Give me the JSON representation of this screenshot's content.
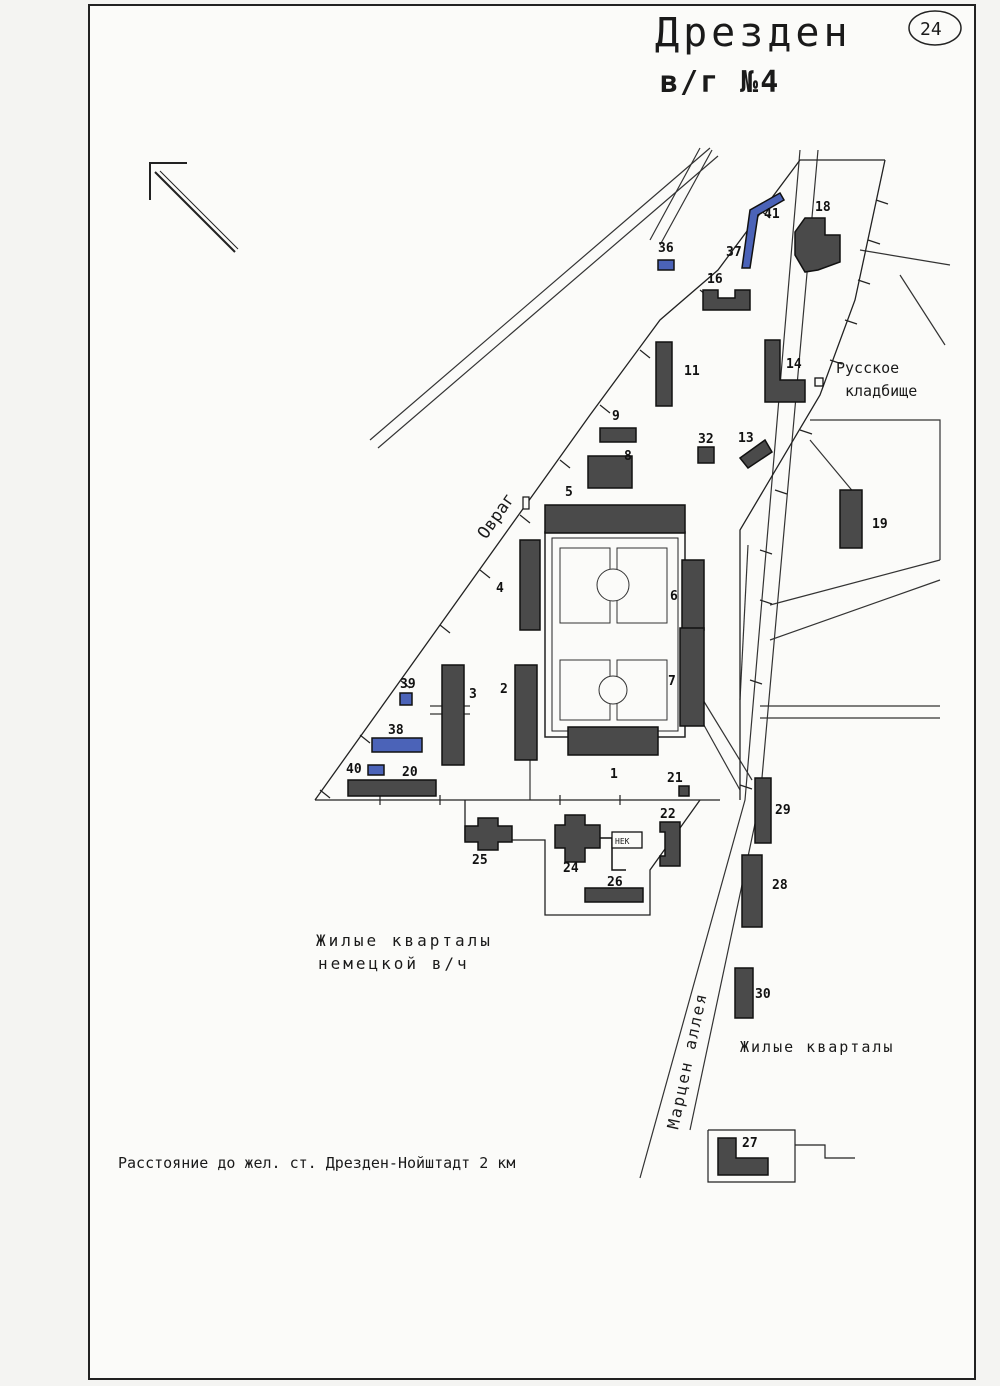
{
  "title": "Дрезден",
  "subtitle": "в/г №4",
  "page_mark": "24",
  "labels": {
    "cemetery_line1": "Русское",
    "cemetery_line2": "кладбище",
    "ravine": "Овраг",
    "german_quarters_line1": "Жилые кварталы",
    "german_quarters_line2": "немецкой в/ч",
    "residential": "Жилые кварталы",
    "street": "Марцен аллея",
    "distance_note": "Расстояние до жел. ст. Дрезден-Нойштадт 2 км",
    "nek": "НЕК"
  },
  "buildings": [
    {
      "id": "1",
      "label": "1"
    },
    {
      "id": "2",
      "label": "2"
    },
    {
      "id": "3",
      "label": "3"
    },
    {
      "id": "4",
      "label": "4"
    },
    {
      "id": "5",
      "label": "5"
    },
    {
      "id": "6",
      "label": "6"
    },
    {
      "id": "7",
      "label": "7"
    },
    {
      "id": "8",
      "label": "8"
    },
    {
      "id": "9",
      "label": "9"
    },
    {
      "id": "11",
      "label": "11"
    },
    {
      "id": "13",
      "label": "13"
    },
    {
      "id": "14",
      "label": "14"
    },
    {
      "id": "16",
      "label": "16"
    },
    {
      "id": "18",
      "label": "18"
    },
    {
      "id": "19",
      "label": "19"
    },
    {
      "id": "20",
      "label": "20"
    },
    {
      "id": "21",
      "label": "21"
    },
    {
      "id": "22",
      "label": "22"
    },
    {
      "id": "24",
      "label": "24"
    },
    {
      "id": "25",
      "label": "25"
    },
    {
      "id": "26",
      "label": "26"
    },
    {
      "id": "27",
      "label": "27"
    },
    {
      "id": "28",
      "label": "28"
    },
    {
      "id": "29",
      "label": "29"
    },
    {
      "id": "30",
      "label": "30"
    },
    {
      "id": "32",
      "label": "32"
    },
    {
      "id": "36",
      "label": "36"
    },
    {
      "id": "37",
      "label": "37"
    },
    {
      "id": "38",
      "label": "38"
    },
    {
      "id": "39",
      "label": "39"
    },
    {
      "id": "40",
      "label": "40"
    },
    {
      "id": "41",
      "label": "41"
    }
  ],
  "colors": {
    "building": "#4a4a4a",
    "highlight": "#4b63b8",
    "ink": "#1a1a1a",
    "paper": "#fbfbf9"
  },
  "icons": {
    "north_arrow": "arrow-up-left-icon"
  }
}
